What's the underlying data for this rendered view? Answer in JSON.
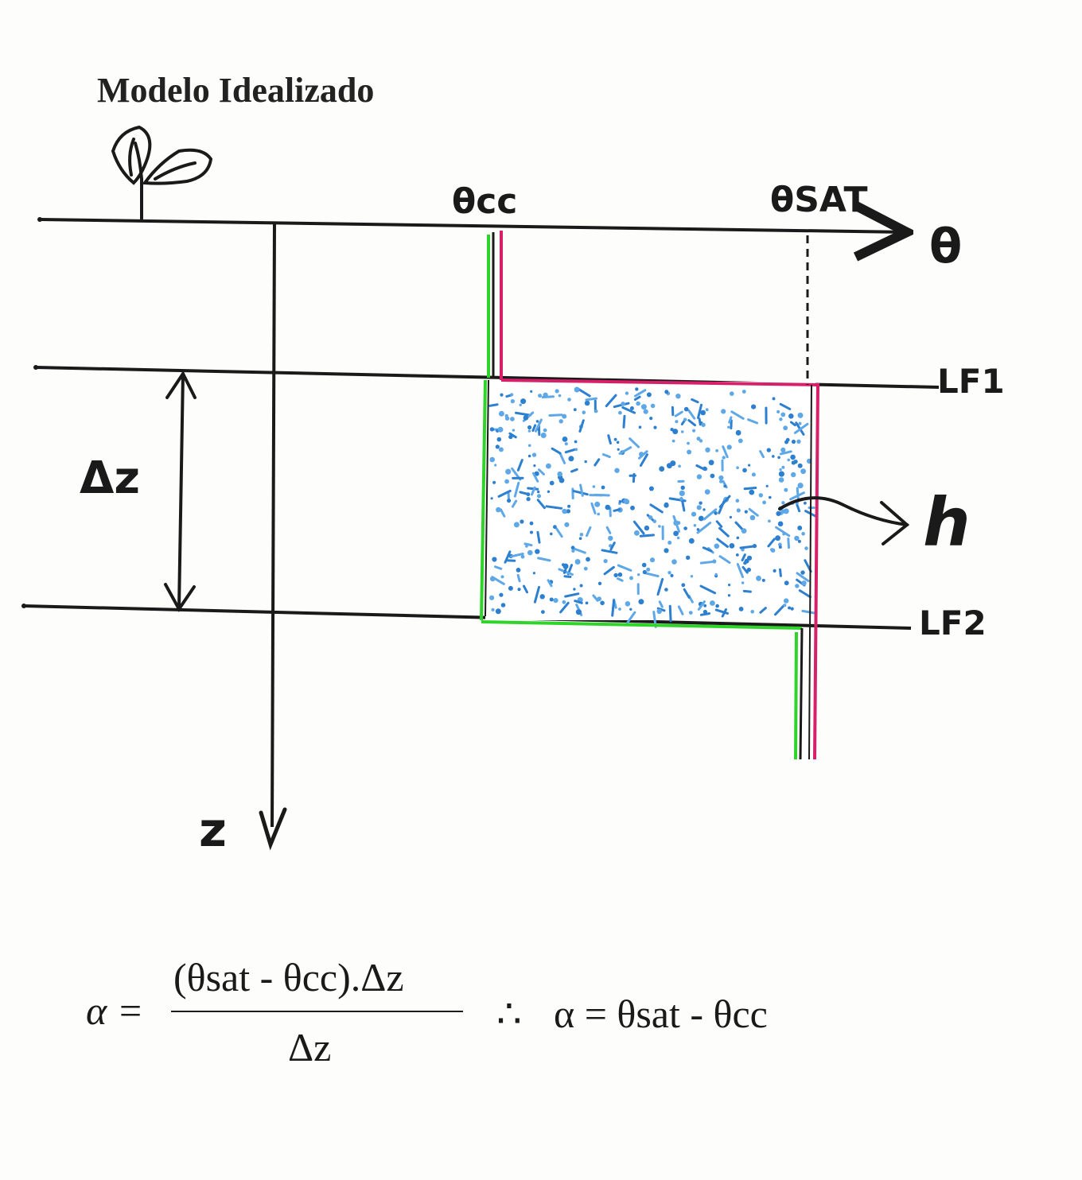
{
  "title": "Modelo Idealizado",
  "labels": {
    "theta_cc": "θcc",
    "theta_sat": "θSAT",
    "theta_axis": "θ",
    "z_axis": "z",
    "delta_z": "Δz",
    "h": "h",
    "lf1": "LF1",
    "lf2": "LF2"
  },
  "formula": {
    "lhs": "α =",
    "numerator": "(θsat - θcc).Δz",
    "denominator": "Δz",
    "therefore": "∴",
    "result": "α = θsat - θcc"
  },
  "colors": {
    "ink": "#1a1a1a",
    "green": "#2fd42a",
    "magenta": "#d6206a",
    "water": "#2d7fd0",
    "water_light": "#5fa8e8"
  }
}
